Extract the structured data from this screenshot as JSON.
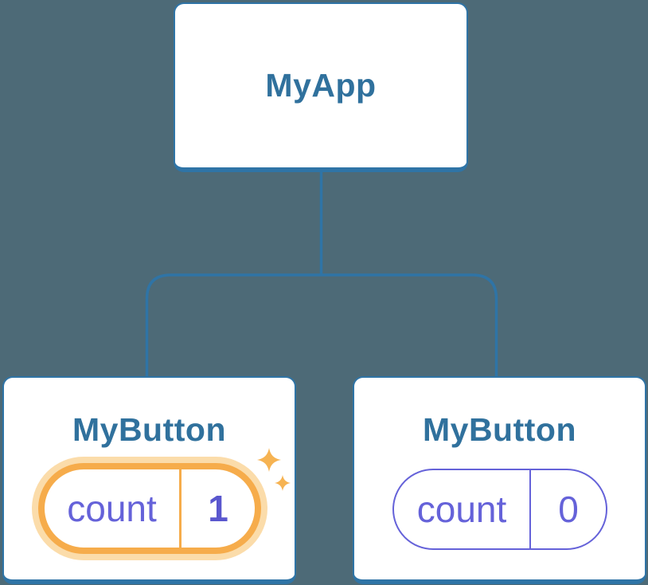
{
  "diagram": {
    "description": "React component tree with state",
    "root": {
      "title": "MyApp"
    },
    "children": [
      {
        "title": "MyButton",
        "state": {
          "label": "count",
          "value": "1"
        },
        "highlighted": true
      },
      {
        "title": "MyButton",
        "state": {
          "label": "count",
          "value": "0"
        },
        "highlighted": false
      }
    ]
  },
  "colors": {
    "background": "#4d6a77",
    "connector_line": "#2f74a6",
    "card_border": "#2f74a6",
    "card_background": "#ffffff",
    "title_text": "#30719d",
    "state_purple": "#6562d9",
    "state_value_bold": "#5a57ce",
    "highlight_orange": "#f6ac4b",
    "highlight_glow": "#fbdcaa",
    "sparkle": "#f6b352"
  }
}
